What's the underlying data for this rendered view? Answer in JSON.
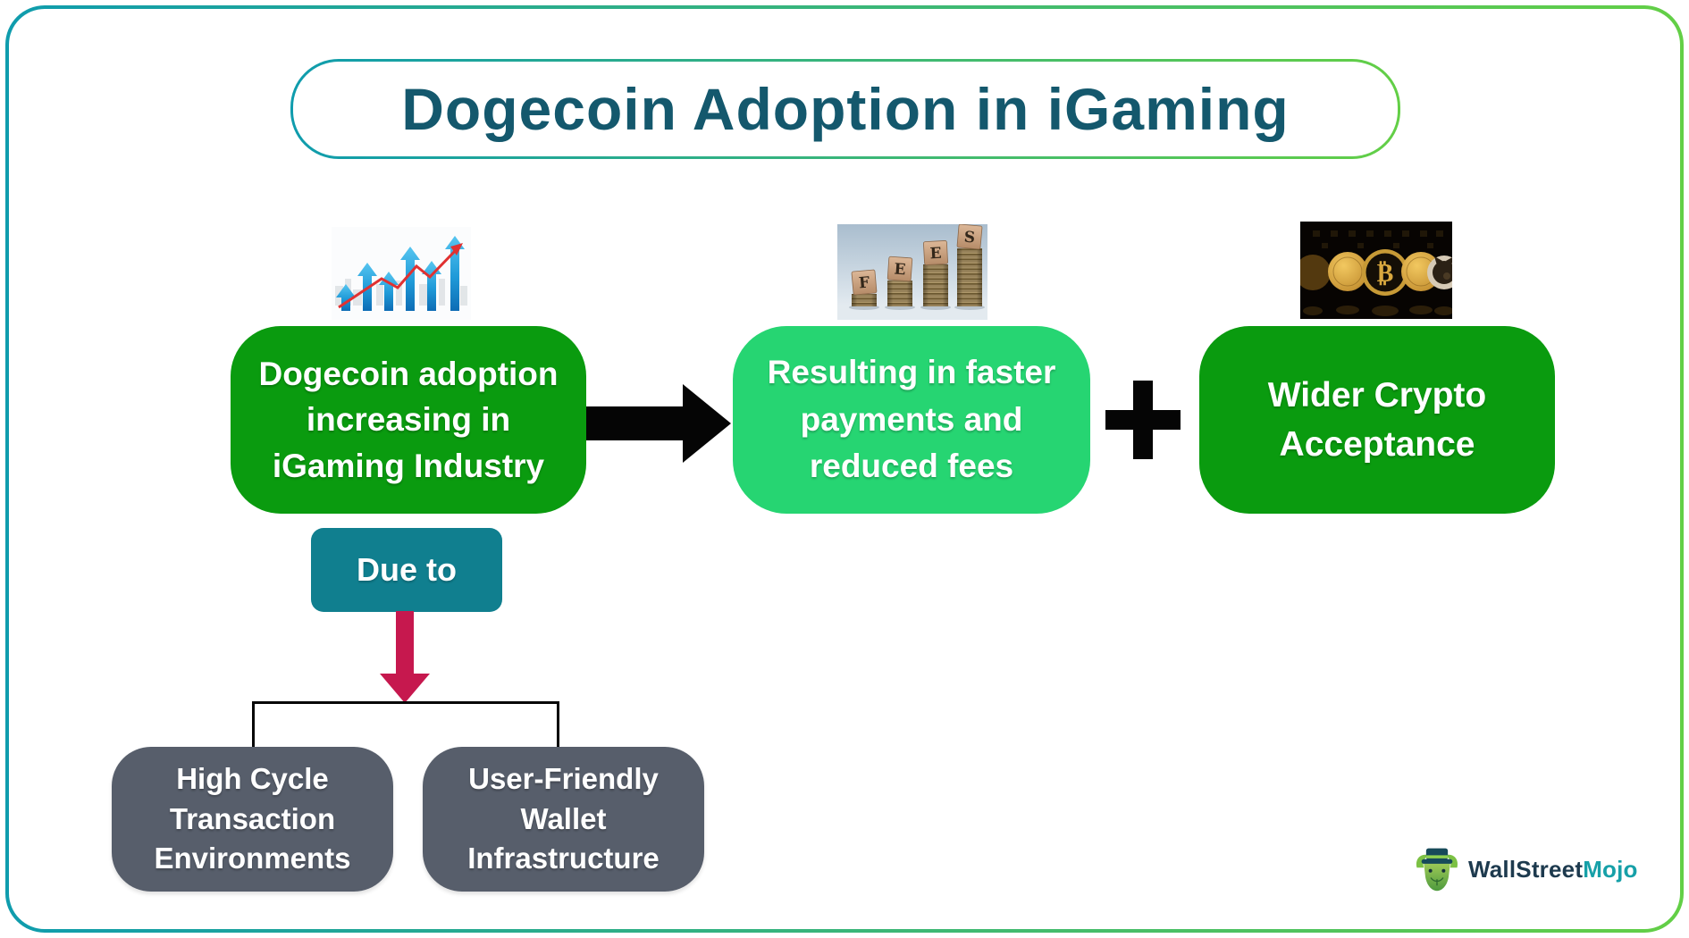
{
  "header": {
    "title": "Dogecoin Adoption in iGaming"
  },
  "flow": {
    "main_box": "Dogecoin adoption\nincreasing in\niGaming Industry",
    "result_box": "Resulting in faster\npayments and\nreduced fees",
    "acceptance_box": "Wider Crypto\nAcceptance",
    "due_to_label": "Due to",
    "cause_box_1": "High Cycle\nTransaction\nEnvironments",
    "cause_box_2": "User-Friendly\nWallet\nInfrastructure"
  },
  "icons": {
    "plus": "+",
    "arrow_right": "→",
    "arrow_down": "↓"
  },
  "illustrations": {
    "fees_letters": [
      "F",
      "E",
      "E",
      "S"
    ],
    "bitcoin_symbol": "₿"
  },
  "branding": {
    "name_part1": "WallStreet",
    "name_part2": "Mojo"
  },
  "colors": {
    "frame_teal": "#0f9cad",
    "frame_green": "#63cf46",
    "title_text": "#14586d",
    "box_green_dark": "#0a9b0f",
    "box_green_light": "#26d572",
    "due_to_teal": "#107f8f",
    "arrow_red": "#c6184e",
    "cause_box_gray": "#575e6b",
    "connector_black": "#050505",
    "logo_navy": "#1d3a4e",
    "logo_teal": "#16a0a8"
  }
}
